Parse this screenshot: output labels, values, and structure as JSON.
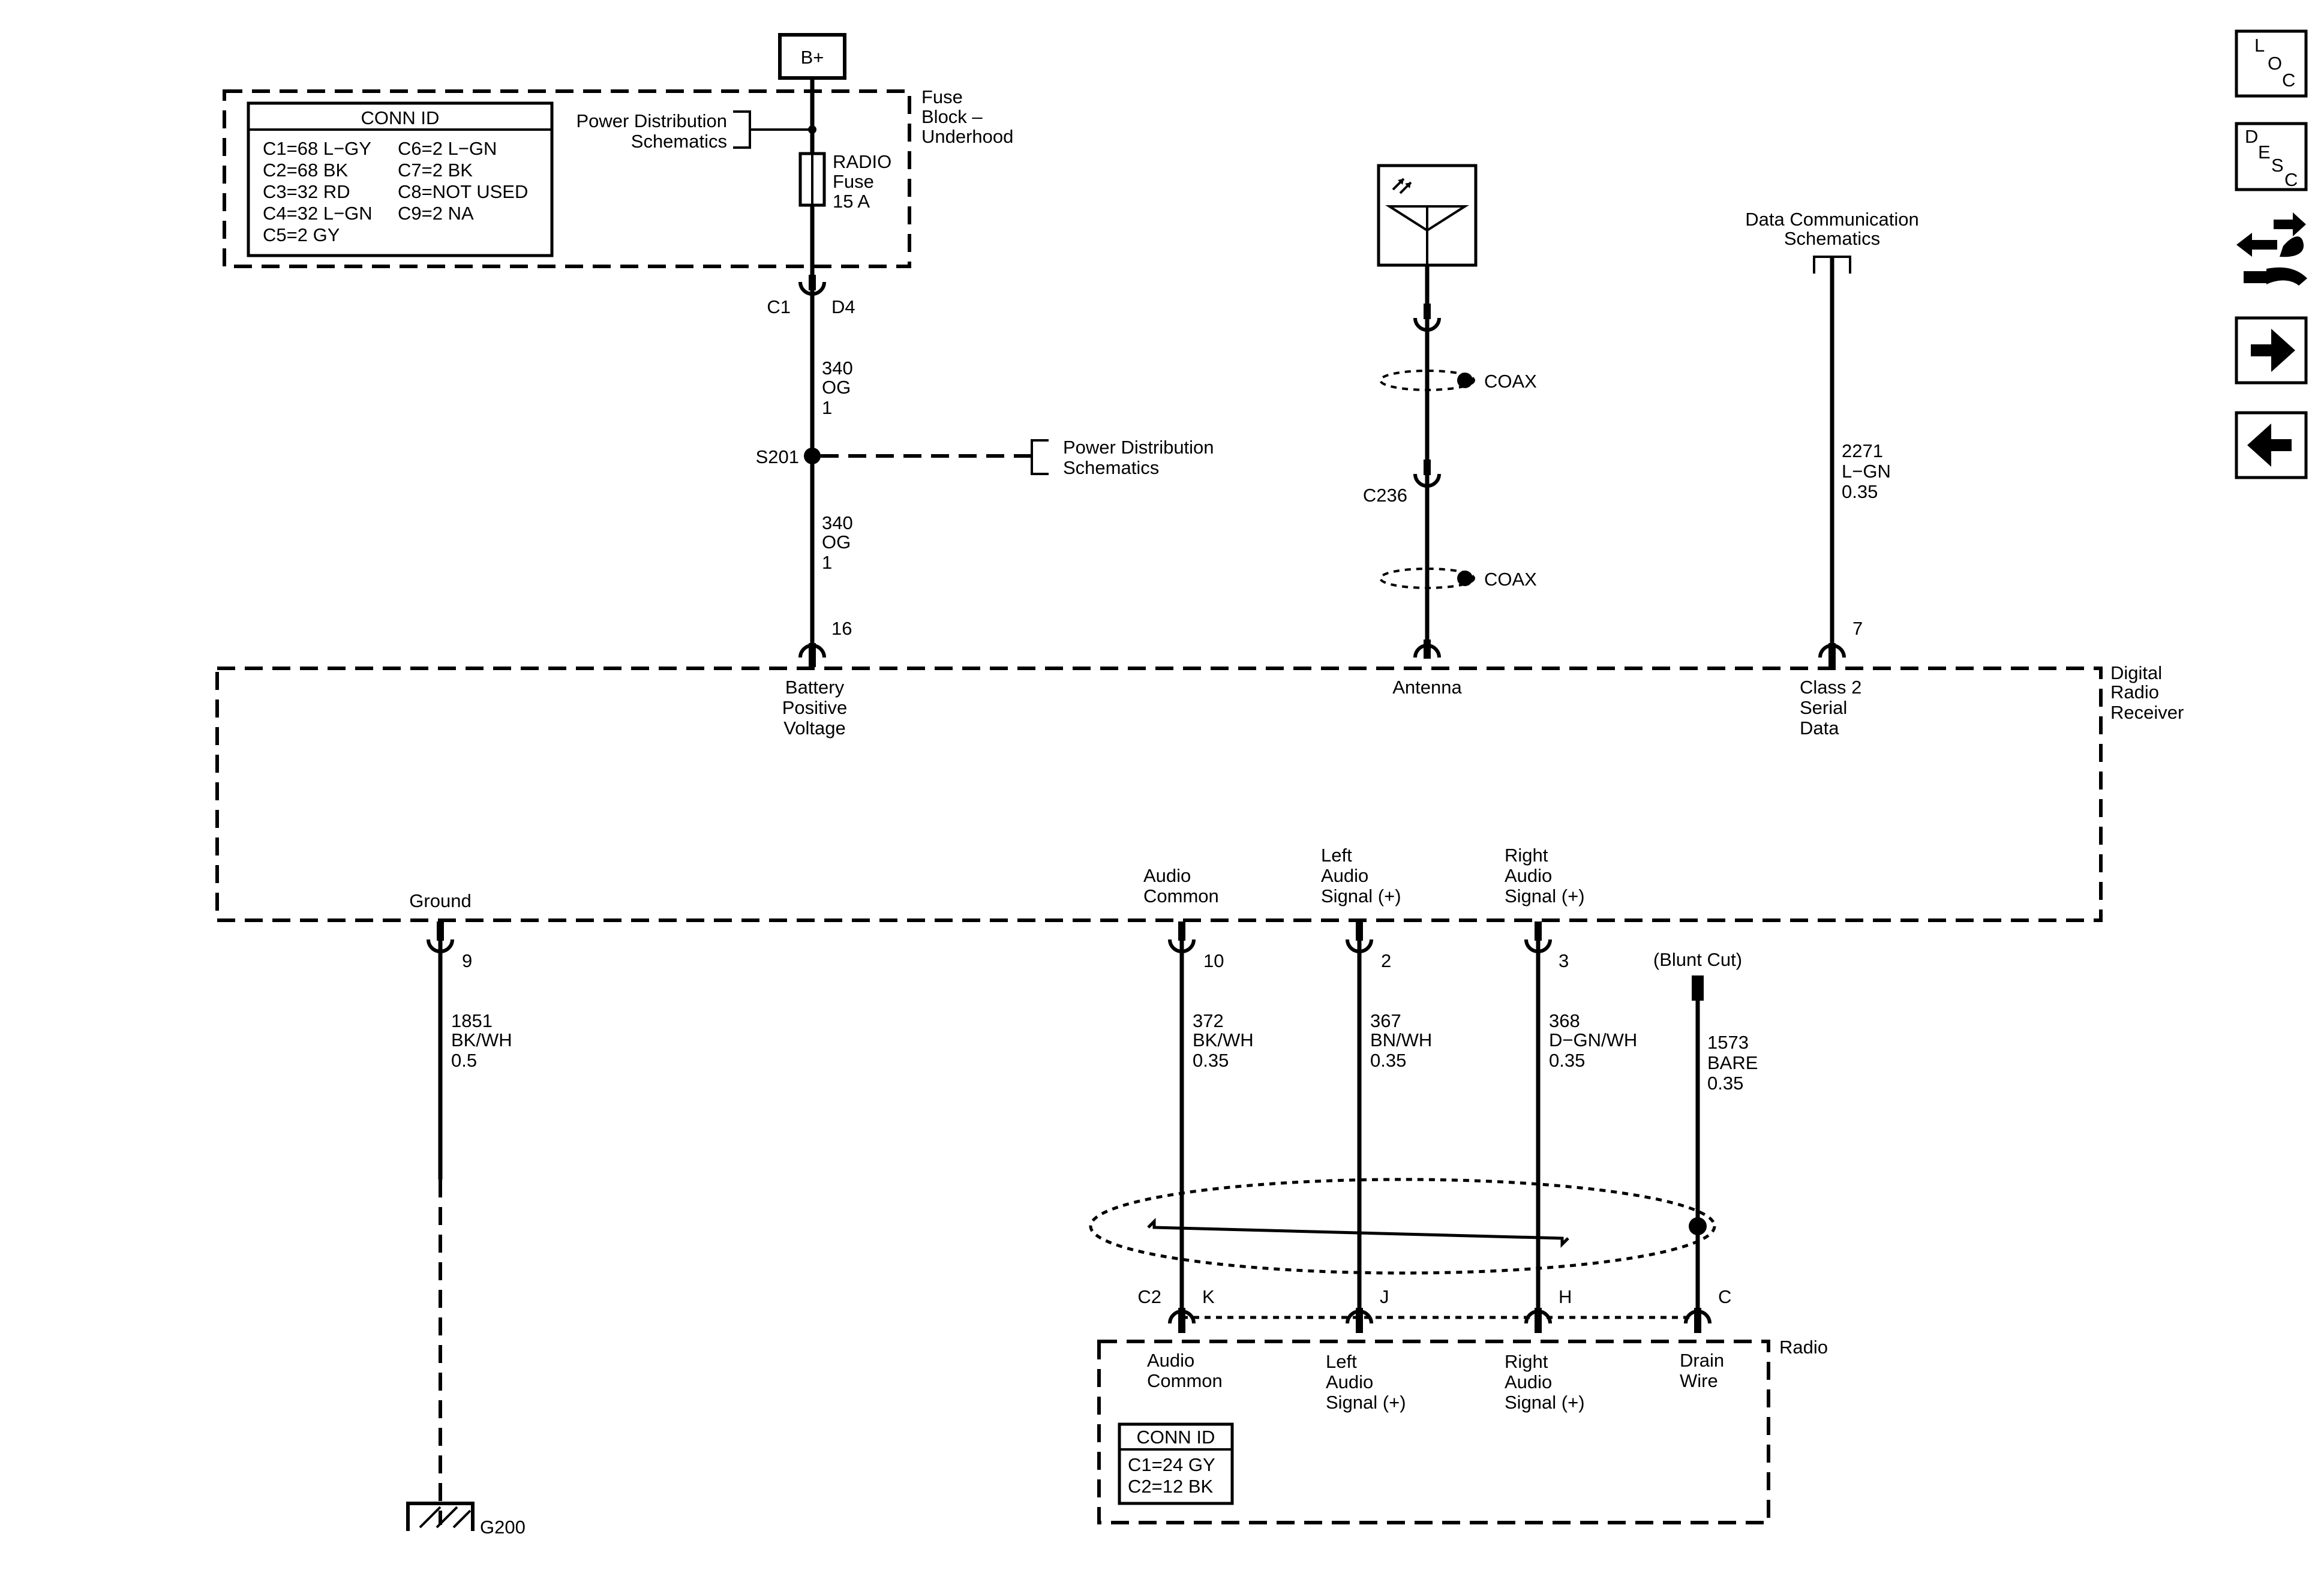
{
  "supply": {
    "label": "B+"
  },
  "fuse_block": {
    "name_lines": [
      "Fuse",
      "Block –",
      "Underhood"
    ],
    "conn_id": {
      "title": "CONN ID",
      "rows": [
        [
          "C1=68 L−GY",
          "C6=2 L−GN"
        ],
        [
          "C2=68 BK",
          "C7=2 BK"
        ],
        [
          "C3=32 RD",
          "C8=NOT USED"
        ],
        [
          "C4=32 L−GN",
          "C9=2 NA"
        ],
        [
          "C5=2 GY",
          ""
        ]
      ]
    },
    "ref_lines": [
      "Power Distribution",
      "Schematics"
    ],
    "fuse_lines": [
      "RADIO",
      "Fuse",
      "15 A"
    ],
    "connector": "C1",
    "pin": "D4"
  },
  "power_wire": {
    "upper": [
      "340",
      "OG",
      "1"
    ],
    "splice": "S201",
    "splice_ref_lines": [
      "Power Distribution",
      "Schematics"
    ],
    "lower": [
      "340",
      "OG",
      "1"
    ],
    "pin": "16"
  },
  "antenna": {
    "coax_label_1": "COAX",
    "connector": "C236",
    "coax_label_2": "COAX"
  },
  "data_comm": {
    "ref_lines": [
      "Data Communication",
      "Schematics"
    ],
    "wire": [
      "2271",
      "L−GN",
      "0.35"
    ],
    "pin": "7"
  },
  "receiver": {
    "name_lines": [
      "Digital",
      "Radio",
      "Receiver"
    ],
    "battery_lines": [
      "Battery",
      "Positive",
      "Voltage"
    ],
    "antenna_label": "Antenna",
    "serial_lines": [
      "Class 2",
      "Serial",
      "Data"
    ],
    "ground_label": "Ground",
    "audio_common_lines": [
      "Audio",
      "Common"
    ],
    "left_audio_lines": [
      "Left",
      "Audio",
      "Signal (+)"
    ],
    "right_audio_lines": [
      "Right",
      "Audio",
      "Signal (+)"
    ]
  },
  "ground_wire": {
    "pin": "9",
    "wire": [
      "1851",
      "BK/WH",
      "0.5"
    ],
    "ground_id": "G200"
  },
  "audio_wires": [
    {
      "pin": "10",
      "wire": [
        "372",
        "BK/WH",
        "0.35"
      ],
      "radio_pin": "K"
    },
    {
      "pin": "2",
      "wire": [
        "367",
        "BN/WH",
        "0.35"
      ],
      "radio_pin": "J"
    },
    {
      "pin": "3",
      "wire": [
        "368",
        "D−GN/WH",
        "0.35"
      ],
      "radio_pin": "H"
    }
  ],
  "drain": {
    "blunt_cut": "(Blunt Cut)",
    "wire": [
      "1573",
      "BARE",
      "0.35"
    ],
    "radio_pin": "C"
  },
  "radio": {
    "name": "Radio",
    "connector": "C2",
    "audio_common_lines": [
      "Audio",
      "Common"
    ],
    "left_audio_lines": [
      "Left",
      "Audio",
      "Signal (+)"
    ],
    "right_audio_lines": [
      "Right",
      "Audio",
      "Signal (+)"
    ],
    "drain_lines": [
      "Drain",
      "Wire"
    ],
    "conn_id": {
      "title": "CONN ID",
      "rows": [
        "C1=24 GY",
        "C2=12 BK"
      ]
    }
  },
  "nav": {
    "loc": [
      "L",
      "O",
      "C"
    ],
    "desc": [
      "D",
      "E",
      "S",
      "C"
    ]
  }
}
